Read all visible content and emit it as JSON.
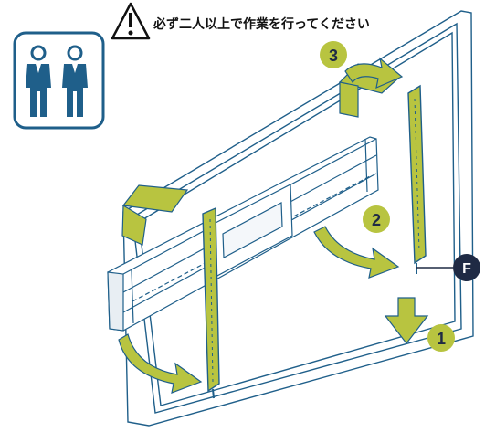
{
  "warning": {
    "text": "必ず二人以上で作業を行ってください",
    "icon": "exclamation-triangle-icon"
  },
  "people_icon": "two-people-icon",
  "steps": [
    {
      "label": "1",
      "action": "lower-down"
    },
    {
      "label": "2",
      "action": "swing-hook"
    },
    {
      "label": "3",
      "action": "hang-over-top"
    }
  ],
  "callout": {
    "label": "F"
  },
  "colors": {
    "stroke": "#1f5f8a",
    "accent": "#b8c440",
    "badge": "#b8c440",
    "callout_bg": "#1f2a44",
    "text": "#111111"
  }
}
